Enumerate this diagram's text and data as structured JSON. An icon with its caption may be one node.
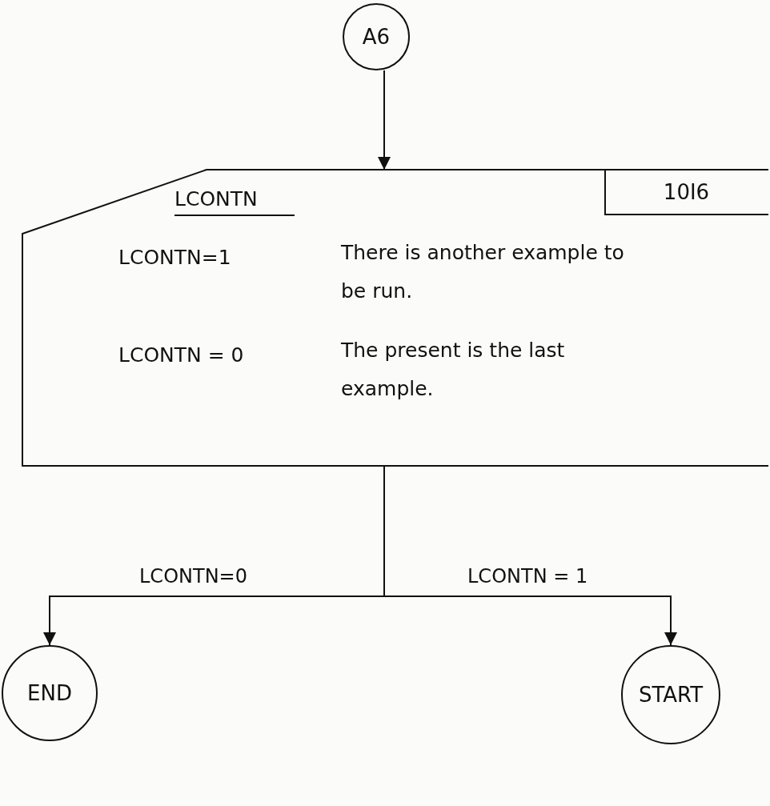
{
  "diagram": {
    "nodes": [
      {
        "text": [
          "A6"
        ]
      },
      {
        "text": [
          "LCONTN",
          "LCONTN=1",
          "There is another example to be run.",
          "LCONTN = 0",
          "The present is the last example."
        ]
      },
      {
        "text": [
          "10I6"
        ],
        "in": 1
      },
      {
        "text": [
          "END"
        ]
      },
      {
        "text": [
          "START"
        ]
      }
    ],
    "edges": [
      {
        "from": 0,
        "to": 1,
        "arrow": "to"
      },
      {
        "from": 1,
        "to": 3,
        "arrow": "to",
        "label": "LCONTN=0"
      },
      {
        "from": 1,
        "to": 4,
        "arrow": "to",
        "label": "LCONTN = 1"
      }
    ]
  }
}
